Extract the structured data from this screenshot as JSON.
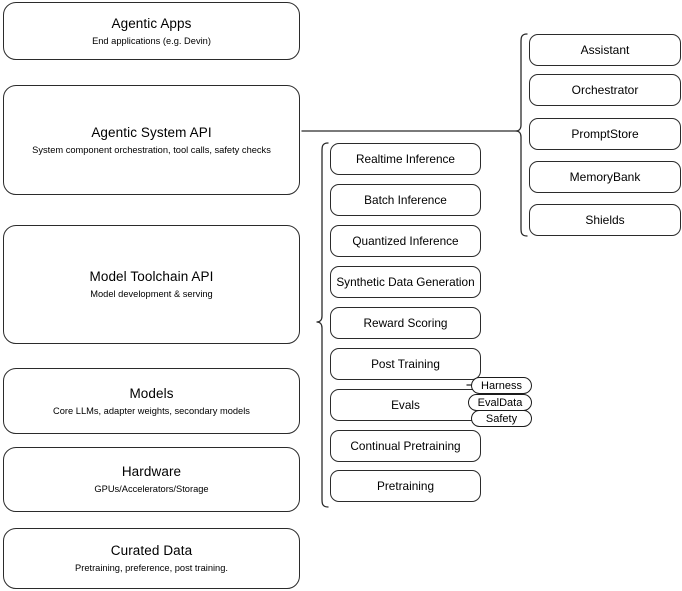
{
  "diagram": {
    "title": "AI stack layered architecture diagram",
    "stroke_color": "#2b2b2b",
    "background_color": "#ffffff"
  },
  "stack_layers": [
    {
      "title": "Agentic Apps",
      "subtitle": "End applications (e.g. Devin)",
      "name": "agentic-apps"
    },
    {
      "title": "Agentic System API",
      "subtitle": "System component orchestration, tool calls, safety checks",
      "name": "agentic-system-api"
    },
    {
      "title": "Model Toolchain API",
      "subtitle": "Model development & serving",
      "name": "model-toolchain-api"
    },
    {
      "title": "Models",
      "subtitle": "Core LLMs, adapter weights, secondary models",
      "name": "models"
    },
    {
      "title": "Hardware",
      "subtitle": "GPUs/Accelerators/Storage",
      "name": "hardware"
    },
    {
      "title": "Curated Data",
      "subtitle": "Pretraining, preference, post training.",
      "name": "curated-data"
    }
  ],
  "toolchain_capabilities": [
    {
      "label": "Realtime Inference",
      "name": "realtime-inference"
    },
    {
      "label": "Batch Inference",
      "name": "batch-inference"
    },
    {
      "label": "Quantized Inference",
      "name": "quantized-inference"
    },
    {
      "label": "Synthetic Data Generation",
      "name": "synthetic-data-generation"
    },
    {
      "label": "Reward Scoring",
      "name": "reward-scoring"
    },
    {
      "label": "Post Training",
      "name": "post-training"
    },
    {
      "label": "Evals",
      "name": "evals"
    },
    {
      "label": "Continual Pretraining",
      "name": "continual-pretraining"
    },
    {
      "label": "Pretraining",
      "name": "pretraining"
    }
  ],
  "agentic_components": [
    {
      "label": "Assistant",
      "name": "assistant"
    },
    {
      "label": "Orchestrator",
      "name": "orchestrator"
    },
    {
      "label": "PromptStore",
      "name": "promptstore"
    },
    {
      "label": "MemoryBank",
      "name": "memorybank"
    },
    {
      "label": "Shields",
      "name": "shields"
    }
  ],
  "eval_badges": [
    {
      "label": "Harness",
      "name": "harness"
    },
    {
      "label": "EvalData",
      "name": "evaldata"
    },
    {
      "label": "Safety",
      "name": "safety"
    }
  ]
}
